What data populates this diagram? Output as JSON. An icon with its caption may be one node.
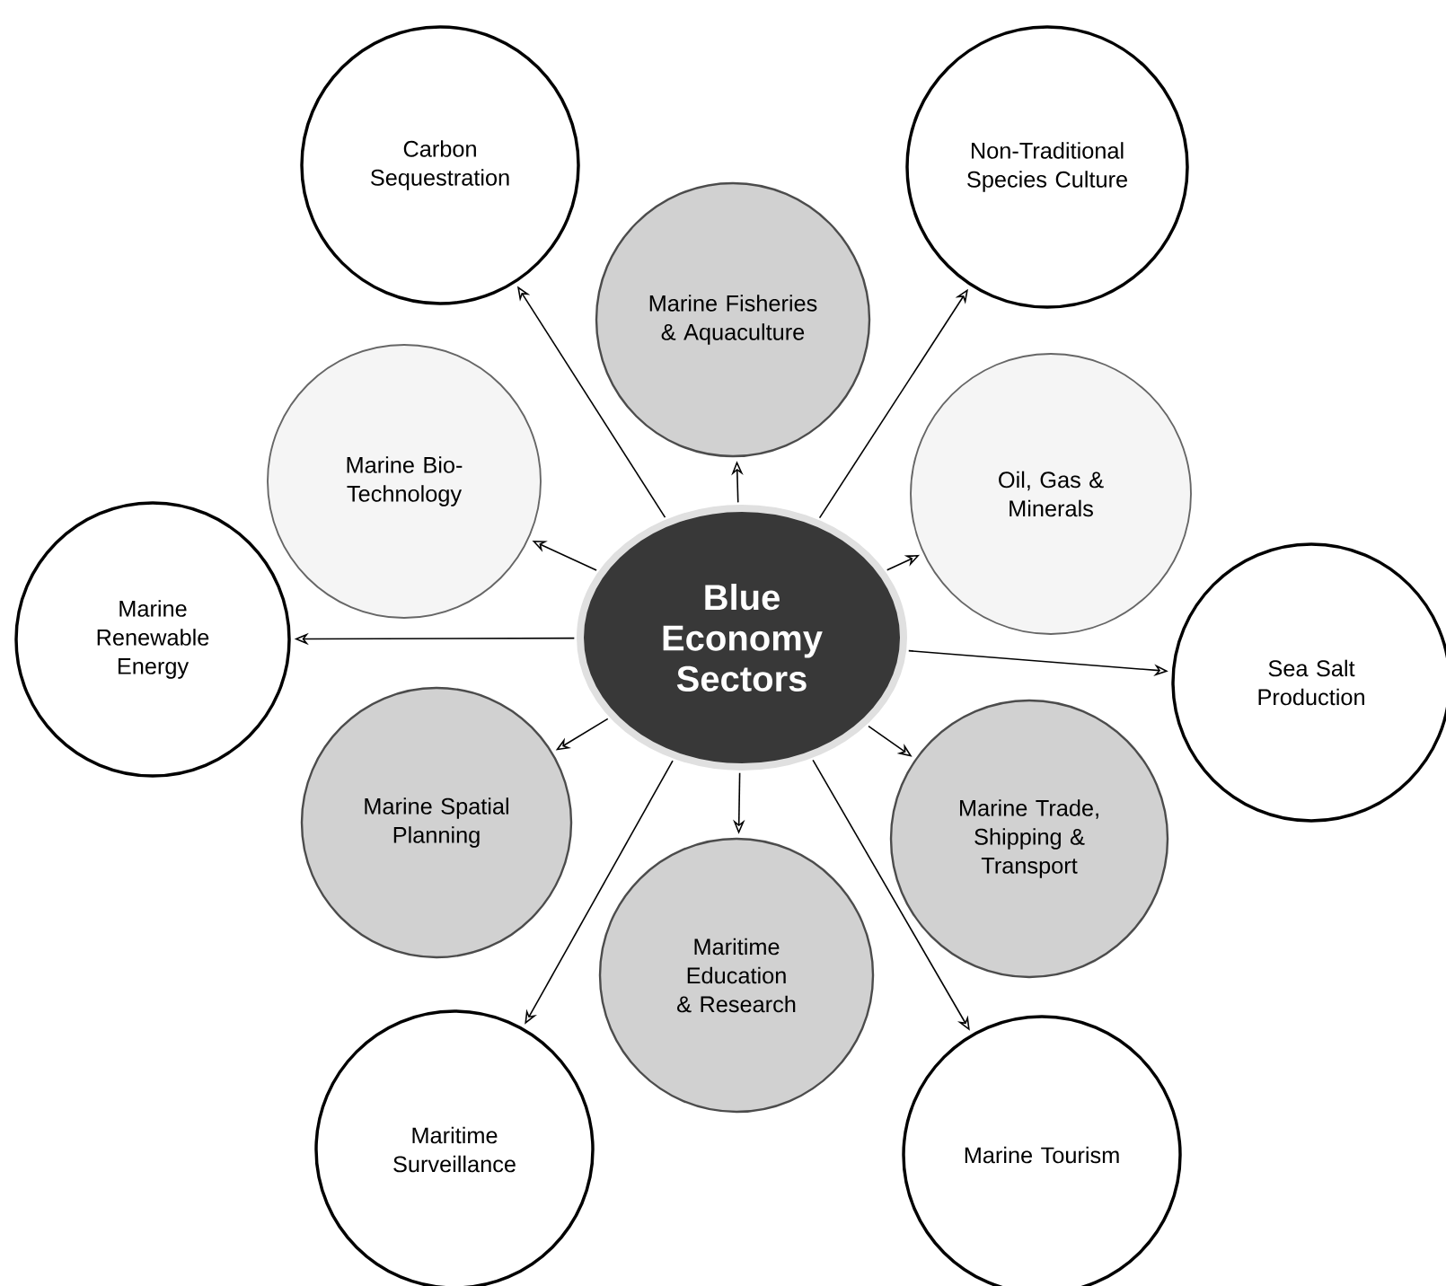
{
  "diagram": {
    "nodes": [
      {
        "text": [
          "Blue Economy Sectors"
        ]
      },
      {
        "text": [
          "Carbon Sequestration"
        ]
      },
      {
        "text": [
          "Non-Traditional Species Culture"
        ]
      },
      {
        "text": [
          "Marine Fisheries & Aquaculture"
        ]
      },
      {
        "text": [
          "Marine Bio-Technology"
        ]
      },
      {
        "text": [
          "Oil, Gas & Minerals"
        ]
      },
      {
        "text": [
          "Marine Renewable Energy"
        ]
      },
      {
        "text": [
          "Sea Salt Production"
        ]
      },
      {
        "text": [
          "Marine Spatial Planning"
        ]
      },
      {
        "text": [
          "Maritime Education & Research"
        ]
      },
      {
        "text": [
          "Marine Trade, Shipping & Transport"
        ]
      },
      {
        "text": [
          "Maritime Surveillance"
        ]
      },
      {
        "text": [
          "Marine Tourism"
        ]
      }
    ],
    "edges": [
      {
        "from": 0,
        "to": 1,
        "arrow": "to"
      },
      {
        "from": 0,
        "to": 2,
        "arrow": "to"
      },
      {
        "from": 0,
        "to": 3,
        "arrow": "to"
      },
      {
        "from": 0,
        "to": 4,
        "arrow": "to"
      },
      {
        "from": 0,
        "to": 5,
        "arrow": "to"
      },
      {
        "from": 0,
        "to": 6,
        "arrow": "to"
      },
      {
        "from": 0,
        "to": 7,
        "arrow": "to"
      },
      {
        "from": 0,
        "to": 8,
        "arrow": "to"
      },
      {
        "from": 0,
        "to": 9,
        "arrow": "to"
      },
      {
        "from": 0,
        "to": 10,
        "arrow": "to"
      },
      {
        "from": 0,
        "to": 11,
        "arrow": "to"
      },
      {
        "from": 0,
        "to": 12,
        "arrow": "to"
      }
    ]
  }
}
